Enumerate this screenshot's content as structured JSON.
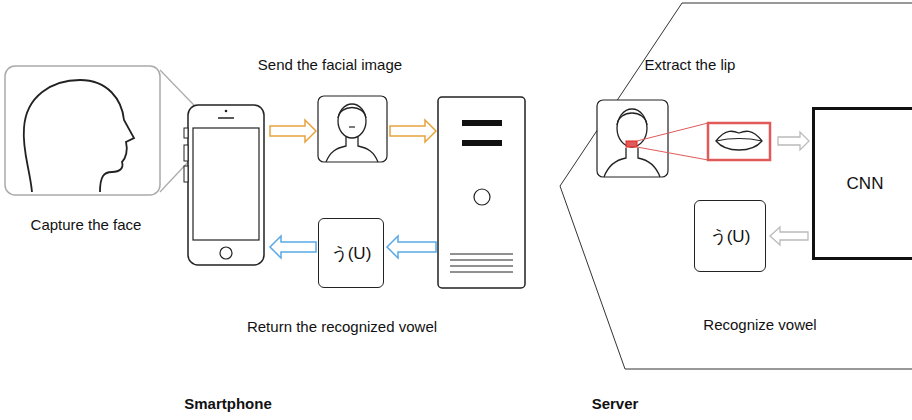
{
  "diagram": {
    "nodes": [
      {
        "text": [
          "CNN"
        ]
      },
      {
        "text": [
          "う(U)"
        ]
      },
      {
        "text": [
          "う(U)"
        ]
      }
    ],
    "edges": [
      {
        "from": 0,
        "to": 1,
        "arrow": "to"
      }
    ],
    "labels": [
      "Send the facial image",
      "Extract the lip",
      "Capture the face",
      "Return the recognized vowel",
      "Recognize vowel",
      "Smartphone",
      "Server"
    ]
  }
}
